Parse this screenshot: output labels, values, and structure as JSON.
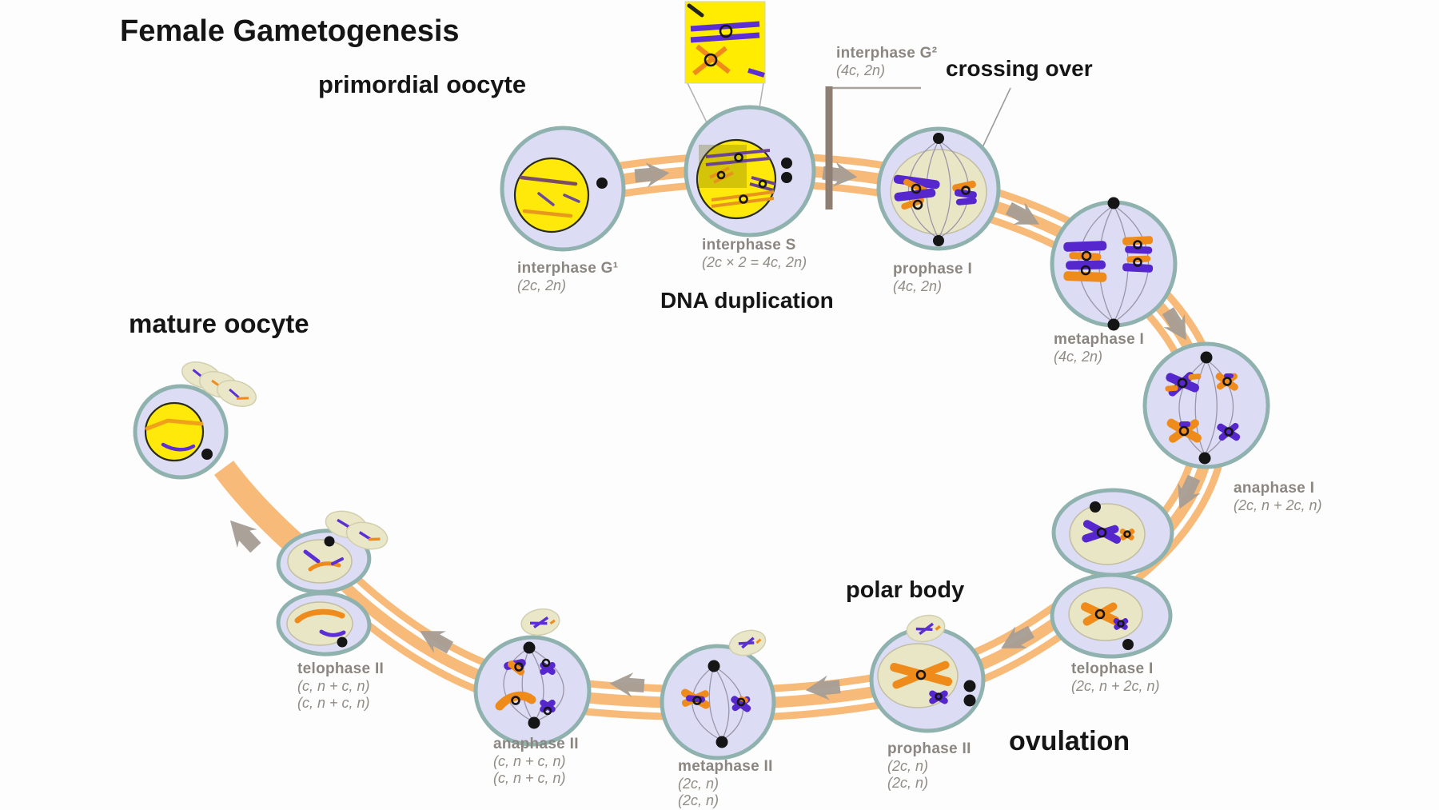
{
  "title": "Female Gametogenesis",
  "annotations": {
    "primordial_oocyte": "primordial oocyte",
    "dna_duplication": "DNA duplication",
    "crossing_over": "crossing over",
    "polar_body": "polar body",
    "ovulation": "ovulation",
    "mature_oocyte": "mature oocyte"
  },
  "stages": [
    {
      "name": "interphase G¹",
      "formula1": "(2c, 2n)"
    },
    {
      "name": "interphase S",
      "formula1": "(2c × 2 = 4c, 2n)"
    },
    {
      "name": "interphase G²",
      "formula1": "(4c, 2n)"
    },
    {
      "name": "prophase I",
      "formula1": "(4c, 2n)"
    },
    {
      "name": "metaphase I",
      "formula1": "(4c, 2n)"
    },
    {
      "name": "anaphase I",
      "formula1": "(2c, n + 2c, n)"
    },
    {
      "name": "telophase I",
      "formula1": "(2c, n + 2c, n)"
    },
    {
      "name": "prophase II",
      "formula1": "(2c, n)",
      "formula2": "(2c, n)"
    },
    {
      "name": "metaphase II",
      "formula1": "(2c, n)",
      "formula2": "(2c, n)"
    },
    {
      "name": "anaphase II",
      "formula1": "(c, n + c, n)",
      "formula2": "(c, n + c, n)"
    },
    {
      "name": "telophase II",
      "formula1": "(c, n + c, n)",
      "formula2": "(c, n + c, n)"
    }
  ],
  "colors": {
    "band_orange": "#f7ba79",
    "cell_fill": "#dcdcf4",
    "cell_border": "#8fb2ae",
    "nucleus_yellow": "#ffe90a",
    "nucleus_beige": "#e9e6c6",
    "chromosome_purple": "#5527cc",
    "chromosome_orange": "#ef8b1a",
    "arrow_gray": "#a59d94",
    "arrow_brown": "#a9825f",
    "label_gray": "#8b8680",
    "label_black": "#151515"
  }
}
